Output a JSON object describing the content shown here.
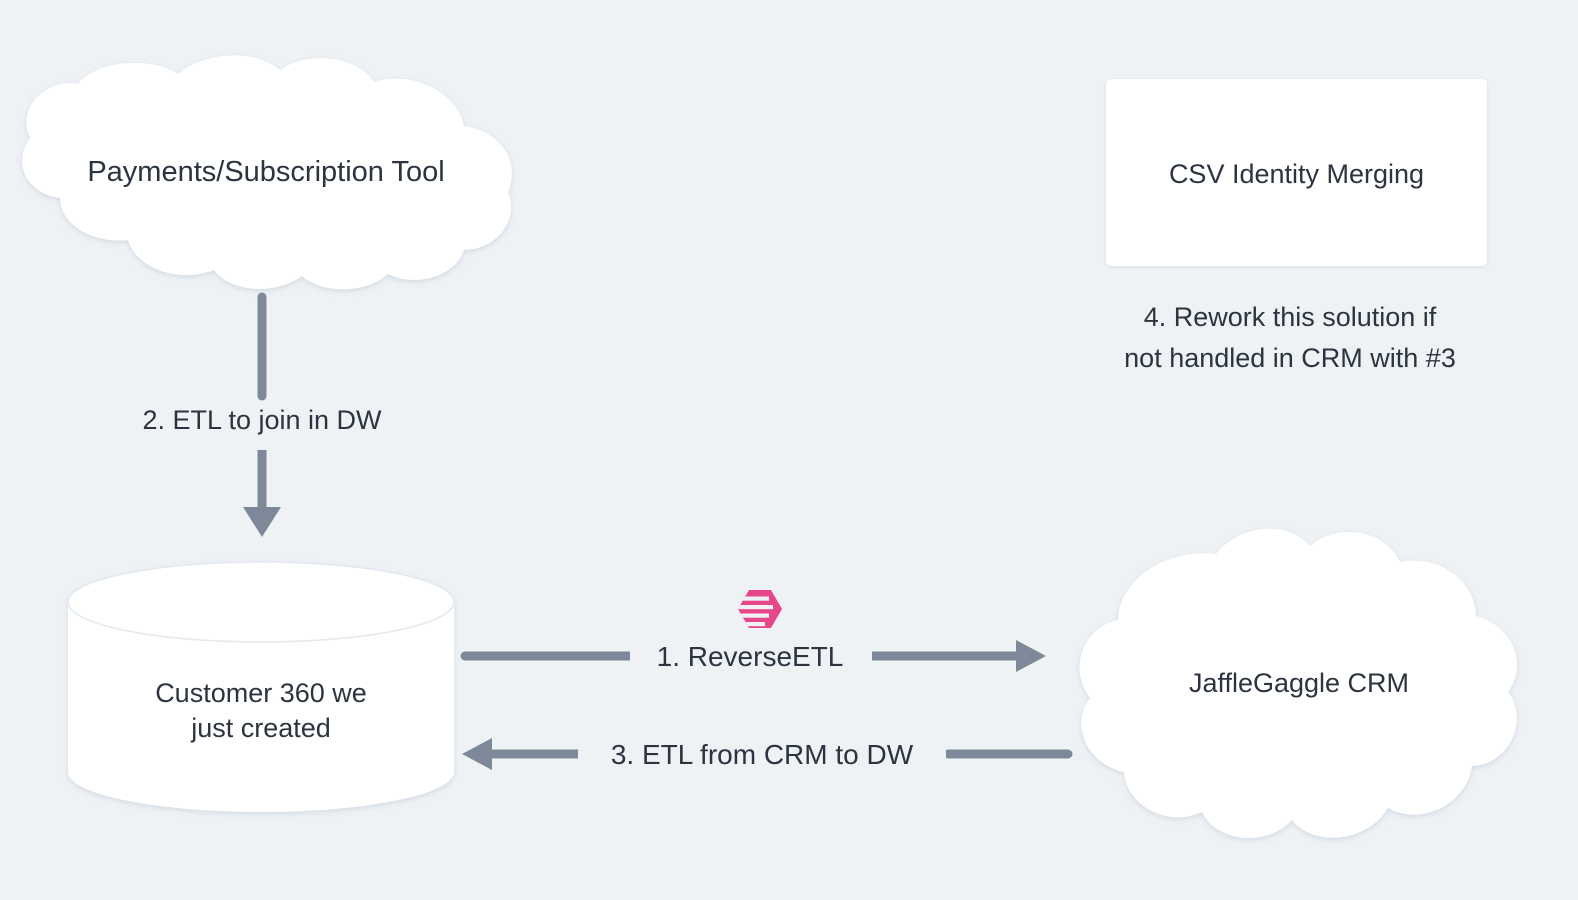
{
  "diagram": {
    "title": "Customer data flow between warehouse, CRM and payments tooling",
    "background_color": "#eef2f5",
    "text_color": "#2b3440",
    "edge_color": "#7d8999",
    "node_fill": "#ffffff",
    "accent_color": "#e8468a"
  },
  "nodes": [
    {
      "id": "payments-tool",
      "shape": "cloud",
      "label": "Payments/Subscription Tool"
    },
    {
      "id": "csv-identity-merging",
      "shape": "rectangle",
      "label": "CSV Identity Merging"
    },
    {
      "id": "customer-360",
      "shape": "cylinder",
      "label": "Customer 360 we\njust created"
    },
    {
      "id": "jafflegaggle-crm",
      "shape": "cloud",
      "label": "JaffleGaggle CRM"
    }
  ],
  "edges": [
    {
      "id": "reverse-etl",
      "label": "1. ReverseETL",
      "from": "customer-360",
      "to": "jafflegaggle-crm",
      "direction": "right"
    },
    {
      "id": "etl-to-join-in-dw",
      "label": "2. ETL to join in DW",
      "from": "payments-tool",
      "to": "customer-360",
      "direction": "down"
    },
    {
      "id": "etl-from-crm-to-dw",
      "label": "3. ETL from CRM to DW",
      "from": "jafflegaggle-crm",
      "to": "customer-360",
      "direction": "left"
    }
  ],
  "notes": [
    {
      "id": "rework-note",
      "text": "4. Rework this solution if\nnot handled in CRM with #3"
    }
  ],
  "icons": [
    {
      "id": "hightouch-logo",
      "name": "hightouch-logo-icon",
      "color": "#e8468a"
    }
  ]
}
